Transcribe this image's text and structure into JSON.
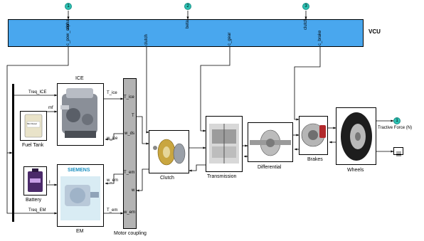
{
  "vcu": {
    "title": "VCU",
    "inputs": [
      {
        "label": "alpha",
        "port": "1"
      },
      {
        "label": "beta",
        "port": "2"
      },
      {
        "label": "clutch",
        "port": "3"
      }
    ],
    "outputs": [
      "c_pow_con",
      "clutch",
      "c_gear",
      "c_brake"
    ]
  },
  "blocks": {
    "ice": {
      "title": "ICE",
      "in": "Treq_ICE",
      "out_top": "T_ice",
      "out_bottom": "w_ice"
    },
    "fuel_tank": {
      "title": "Fuel Tank",
      "out": "mf",
      "label_on_can": "Mix Diesel"
    },
    "battery": {
      "title": "Battery",
      "out": "I"
    },
    "em": {
      "title": "EM",
      "in": "Treq_EM",
      "brand": "SIEMENS",
      "out_top": "w_em",
      "out_bottom": "T_em"
    },
    "coupling": {
      "title": "Motor coupling",
      "ports": [
        "T_ice",
        "w_ds",
        "T",
        "T_em",
        "w",
        "w_em"
      ]
    },
    "clutch": {
      "title": "Clutch"
    },
    "transmission": {
      "title": "Transmission"
    },
    "differential": {
      "title": "Differential"
    },
    "brakes": {
      "title": "Brakes"
    },
    "wheels": {
      "title": "Wheels"
    }
  },
  "output": {
    "port": "1",
    "label": "Tractive Force (N)"
  },
  "colors": {
    "vcu_fill": "#49a7ee",
    "port_fill": "#2dc2b4",
    "coupling_fill": "#b3b3b3"
  }
}
